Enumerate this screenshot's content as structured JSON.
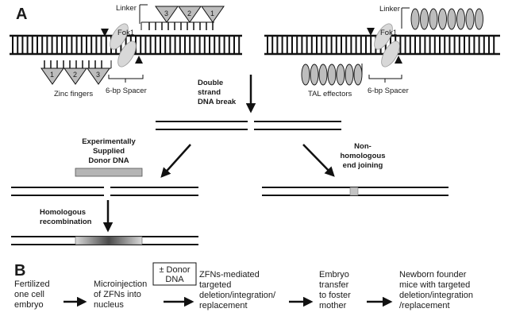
{
  "panel_a": {
    "label": "A",
    "left_nuclease": {
      "linker": "Linker",
      "fok1": "Fok1",
      "zinc_fingers": "Zinc fingers",
      "spacer": "6-bp Spacer",
      "top_numbers": [
        "3",
        "2",
        "1"
      ],
      "bottom_numbers": [
        "1",
        "2",
        "3"
      ]
    },
    "right_nuclease": {
      "linker": "Linker",
      "fok1": "Fok1",
      "tal_effectors": "TAL effectors",
      "spacer": "6-bp Spacer"
    },
    "dsb_label": [
      "Double",
      "strand",
      "DNA break"
    ],
    "donor_label": [
      "Experimentally",
      "Supplied",
      "Donor DNA"
    ],
    "nhej_label": [
      "Non-",
      "homologous",
      "end joining"
    ],
    "hr_label": [
      "Homologous",
      "recombination"
    ]
  },
  "panel_b": {
    "label": "B",
    "donor_box": [
      "± Donor",
      "DNA"
    ],
    "steps": [
      [
        "Fertilized",
        "one cell",
        "embryo"
      ],
      [
        "Microinjection",
        "of ZFNs into",
        "nucleus"
      ],
      [
        "ZFNs-mediated",
        "targeted",
        "deletion/integration/",
        "replacement"
      ],
      [
        "Embryo",
        "transfer",
        "to foster",
        "mother"
      ],
      [
        "Newborn founder",
        "mice with  targeted",
        "deletion/integration",
        "/replacement"
      ]
    ]
  },
  "colors": {
    "dna": "#111111",
    "domain_fill": "#bdbdbd",
    "fok1": "#d8d8d8",
    "donor": "#b5b5b5"
  }
}
